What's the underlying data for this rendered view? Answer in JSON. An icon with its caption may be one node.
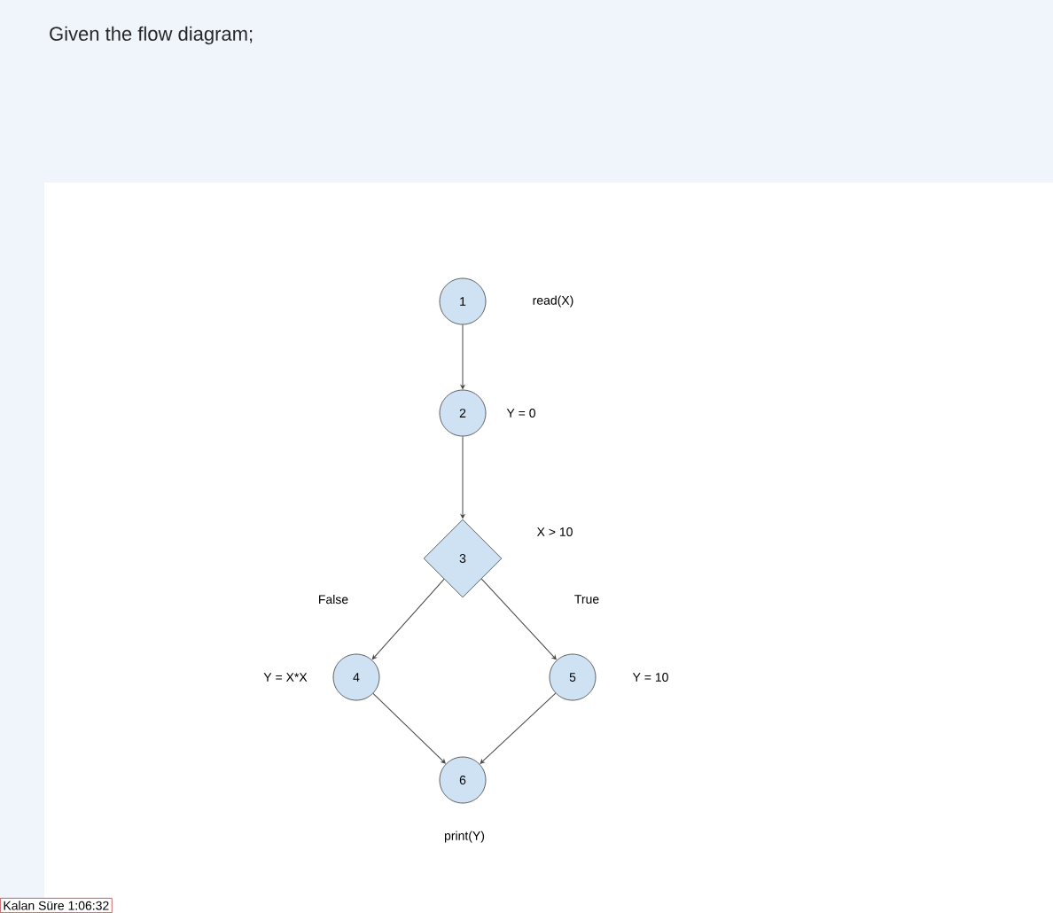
{
  "diagram": {
    "title": "Given the flow diagram;",
    "nodes": [
      {
        "text": [
          "1"
        ],
        "beside": [
          "read(X)"
        ]
      },
      {
        "text": [
          "2"
        ],
        "beside": [
          "Y = 0"
        ]
      },
      {
        "text": [
          "3"
        ],
        "beside": [
          "X > 10"
        ]
      },
      {
        "text": [
          "4"
        ],
        "beside": [
          "Y = X*X"
        ]
      },
      {
        "text": [
          "5"
        ],
        "beside": [
          "Y = 10"
        ]
      },
      {
        "text": [
          "6"
        ],
        "beside": [
          "print(Y)"
        ]
      }
    ],
    "edges": [
      {
        "from": 0,
        "to": 1,
        "arrow": "to"
      },
      {
        "from": 1,
        "to": 2,
        "arrow": "to"
      },
      {
        "from": 2,
        "to": 3,
        "arrow": "to",
        "label": "False"
      },
      {
        "from": 2,
        "to": 4,
        "arrow": "to",
        "label": "True"
      },
      {
        "from": 3,
        "to": 5,
        "arrow": "to"
      },
      {
        "from": 4,
        "to": 5,
        "arrow": "to"
      }
    ],
    "labels": [
      "Kalan Süre 1:06:32"
    ]
  }
}
